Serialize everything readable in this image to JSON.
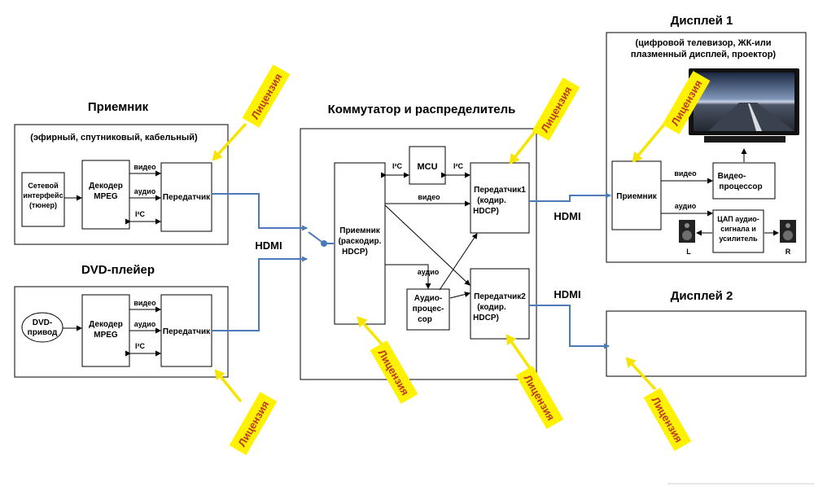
{
  "license_label": "Лицензия",
  "hdmi_label": "HDMI",
  "receiver_device": {
    "title": "Приемник",
    "subtitle": "(эфирный, спутниковый, кабельный)",
    "network_line1": "Сетевой",
    "network_line2": "интерфейс",
    "network_line3": "(тюнер)",
    "decoder_line1": "Декодер",
    "decoder_line2": "MPEG",
    "transmitter": "Передатчик",
    "video": "видео",
    "audio": "аудио",
    "i2c": "I²C"
  },
  "dvd_device": {
    "title": "DVD-плейер",
    "drive_line1": "DVD-",
    "drive_line2": "привод",
    "decoder_line1": "Декодер",
    "decoder_line2": "MPEG",
    "transmitter": "Передатчик",
    "video": "видео",
    "audio": "аудио",
    "i2c": "I²C"
  },
  "switch_device": {
    "title": "Коммутатор и распределитель",
    "receiver_line1": "Приемник",
    "receiver_line2": "(раскодир.",
    "receiver_line3": "HDCP)",
    "mcu": "MCU",
    "i2c_left": "I²C",
    "i2c_right": "I²C",
    "tx1_line1": "Передатчик1",
    "tx1_line2": "(кодир.",
    "tx1_line3": "HDCP)",
    "tx2_line1": "Передатчик2",
    "tx2_line2": "(кодир.",
    "tx2_line3": "HDCP)",
    "audio_proc_line1": "Аудио-",
    "audio_proc_line2": "процес-",
    "audio_proc_line3": "сор",
    "video": "видео",
    "audio": "аудио"
  },
  "display1": {
    "title": "Дисплей 1",
    "subtitle_line1": "(цифровой телевизор, ЖК-или",
    "subtitle_line2": "плазменный  дисплей, проектор)",
    "receiver": "Приемник",
    "video": "видео",
    "audio": "аудио",
    "video_proc_line1": "Видео-",
    "video_proc_line2": "процессор",
    "dac_line1": "ЦАП аудио-",
    "dac_line2": "сигнала и",
    "dac_line3": "усилитель",
    "speaker_l": "L",
    "speaker_r": "R"
  },
  "display2": {
    "title": "Дисплей 2"
  }
}
